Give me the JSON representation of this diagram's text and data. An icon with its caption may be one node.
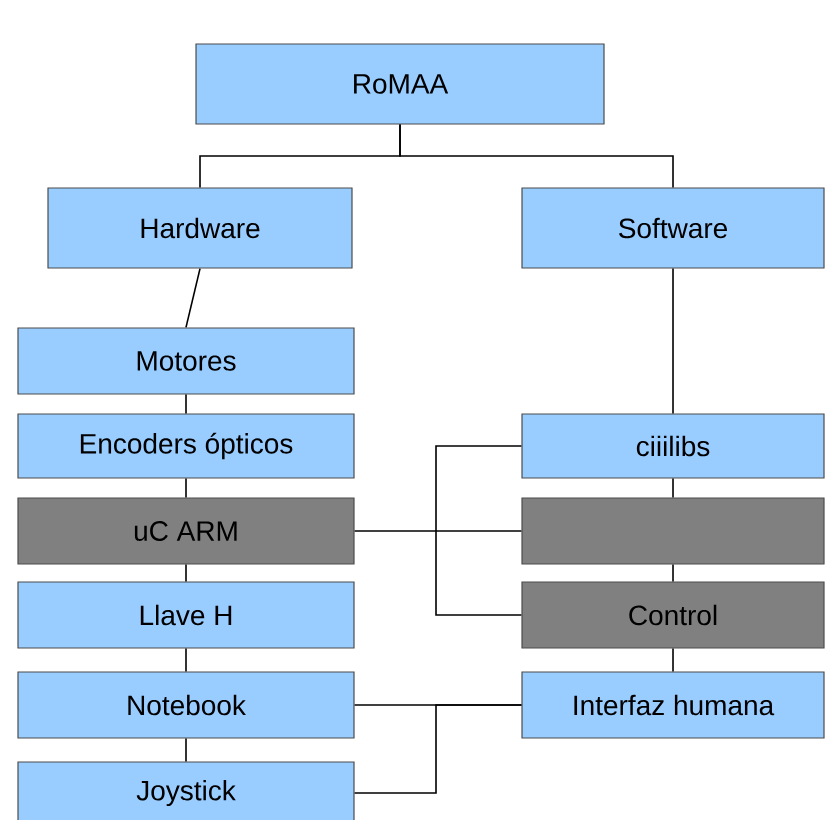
{
  "diagram": {
    "nodes": [
      {
        "text": [
          "RoMAA"
        ]
      },
      {
        "text": [
          "Hardware"
        ]
      },
      {
        "text": [
          "Software"
        ]
      },
      {
        "text": [
          "Motores"
        ]
      },
      {
        "text": [
          "Encoders ópticos"
        ]
      },
      {
        "text": [
          "uC ARM"
        ]
      },
      {
        "text": [
          "Llave H"
        ]
      },
      {
        "text": [
          "Notebook"
        ]
      },
      {
        "text": [
          "Joystick"
        ]
      },
      {
        "text": [
          "ciiilibs"
        ]
      },
      {
        "text": [],
        "shape": "box"
      },
      {
        "text": [
          "Control"
        ]
      },
      {
        "text": [
          "Interfaz humana"
        ]
      }
    ],
    "edges": [
      {
        "from": 0,
        "to": 1,
        "arrow": "none"
      },
      {
        "from": 0,
        "to": 2,
        "arrow": "none"
      },
      {
        "from": 1,
        "to": 3,
        "arrow": "none"
      },
      {
        "from": 3,
        "to": 4,
        "arrow": "none"
      },
      {
        "from": 4,
        "to": 5,
        "arrow": "none"
      },
      {
        "from": 5,
        "to": 6,
        "arrow": "none"
      },
      {
        "from": 6,
        "to": 7,
        "arrow": "none"
      },
      {
        "from": 7,
        "to": 8,
        "arrow": "none"
      },
      {
        "from": 2,
        "to": 9,
        "arrow": "none"
      },
      {
        "from": 9,
        "to": 10,
        "arrow": "none"
      },
      {
        "from": 10,
        "to": 11,
        "arrow": "none"
      },
      {
        "from": 11,
        "to": 12,
        "arrow": "none"
      },
      {
        "from": 9,
        "to": 11,
        "arrow": "none"
      },
      {
        "from": 5,
        "to": 10,
        "arrow": "none"
      },
      {
        "from": 7,
        "to": 12,
        "arrow": "none"
      },
      {
        "from": 8,
        "to": 12,
        "arrow": "none"
      }
    ]
  }
}
